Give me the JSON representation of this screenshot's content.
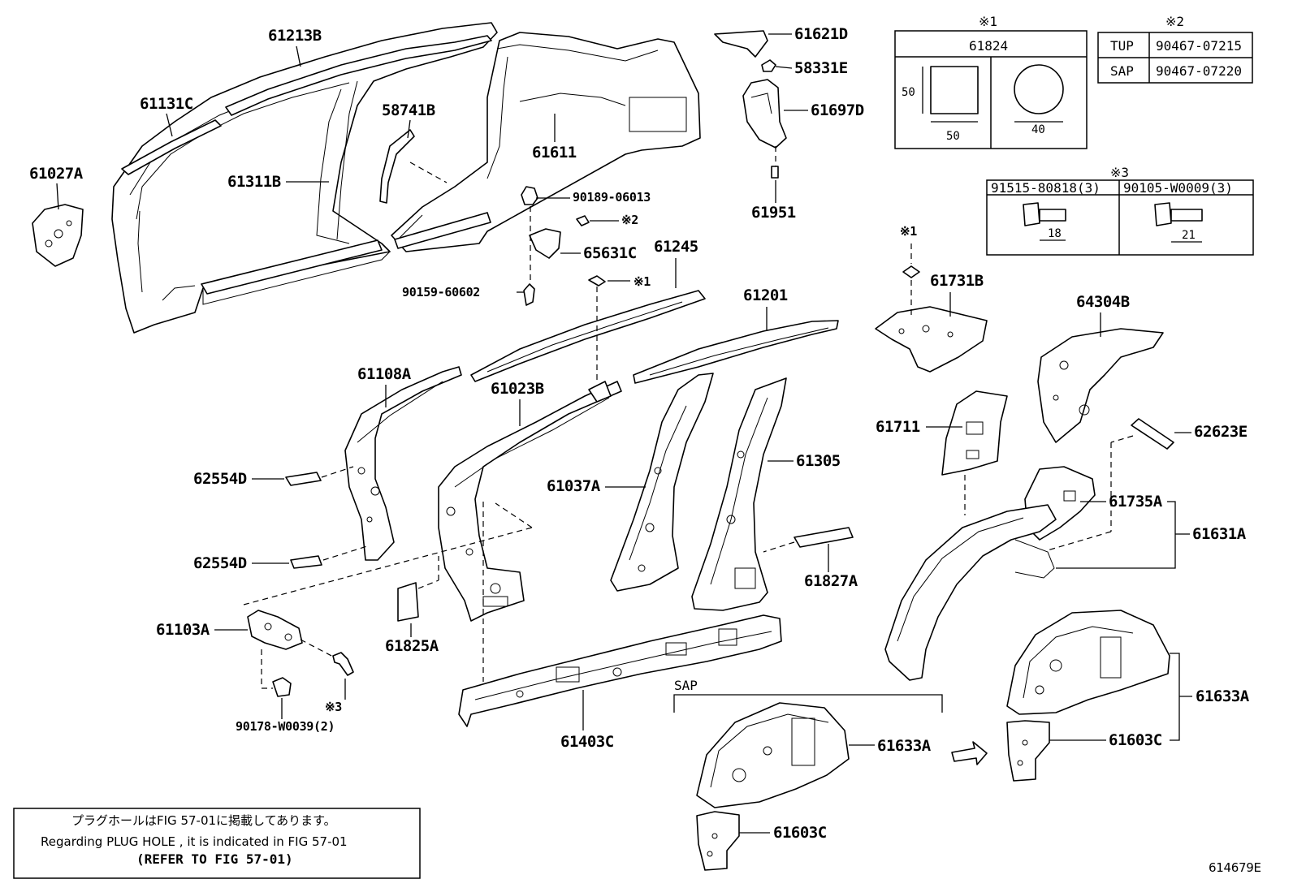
{
  "parts": {
    "p61213B": "61213B",
    "p61131C": "61131C",
    "p61027A": "61027A",
    "p61311B": "61311B",
    "p58741B": "58741B",
    "p61611": "61611",
    "p61621D": "61621D",
    "p58331E": "58331E",
    "p61697D": "61697D",
    "p61951": "61951",
    "p90189": "90189-06013",
    "p65631C": "65631C",
    "p90159": "90159-60602",
    "p61245": "61245",
    "p61201": "61201",
    "p61731B": "61731B",
    "p64304B": "64304B",
    "p61108A": "61108A",
    "p61023B": "61023B",
    "p62554D_1": "62554D",
    "p62554D_2": "62554D",
    "p61037A": "61037A",
    "p61305": "61305",
    "p61711": "61711",
    "p62623E": "62623E",
    "p61735A": "61735A",
    "p61631A": "61631A",
    "p61827A": "61827A",
    "p61825A": "61825A",
    "p61103A": "61103A",
    "p90178": "90178-W0039(2)",
    "p61403C": "61403C",
    "p61633A_1": "61633A",
    "p61633A_2": "61633A",
    "p61603C_1": "61603C",
    "p61603C_2": "61603C"
  },
  "marks": {
    "m3_bolt": "※3",
    "m2_clip": "※2",
    "m1_plug": "※1",
    "m1_upper": "※1"
  },
  "tables": {
    "plug": {
      "mark": "※1",
      "part": "61824",
      "square_h": "50",
      "square_w": "50",
      "circle_d": "40"
    },
    "clip": {
      "mark": "※2",
      "rows": [
        {
          "code": "TUP",
          "part": "90467-07215"
        },
        {
          "code": "SAP",
          "part": "90467-07220"
        }
      ]
    },
    "bolt": {
      "mark": "※3",
      "col1": "91515-80818(3)",
      "col2": "90105-W0009(3)",
      "len1": "18",
      "len2": "21"
    }
  },
  "sap_label": "SAP",
  "note": {
    "jp": "プラグホールはFIG 57-01に掲載してあります。",
    "en": "Regarding PLUG HOLE , it is indicated in FIG 57-01",
    "ref": "(REFER TO FIG 57-01)"
  },
  "figure_id": "614679E"
}
